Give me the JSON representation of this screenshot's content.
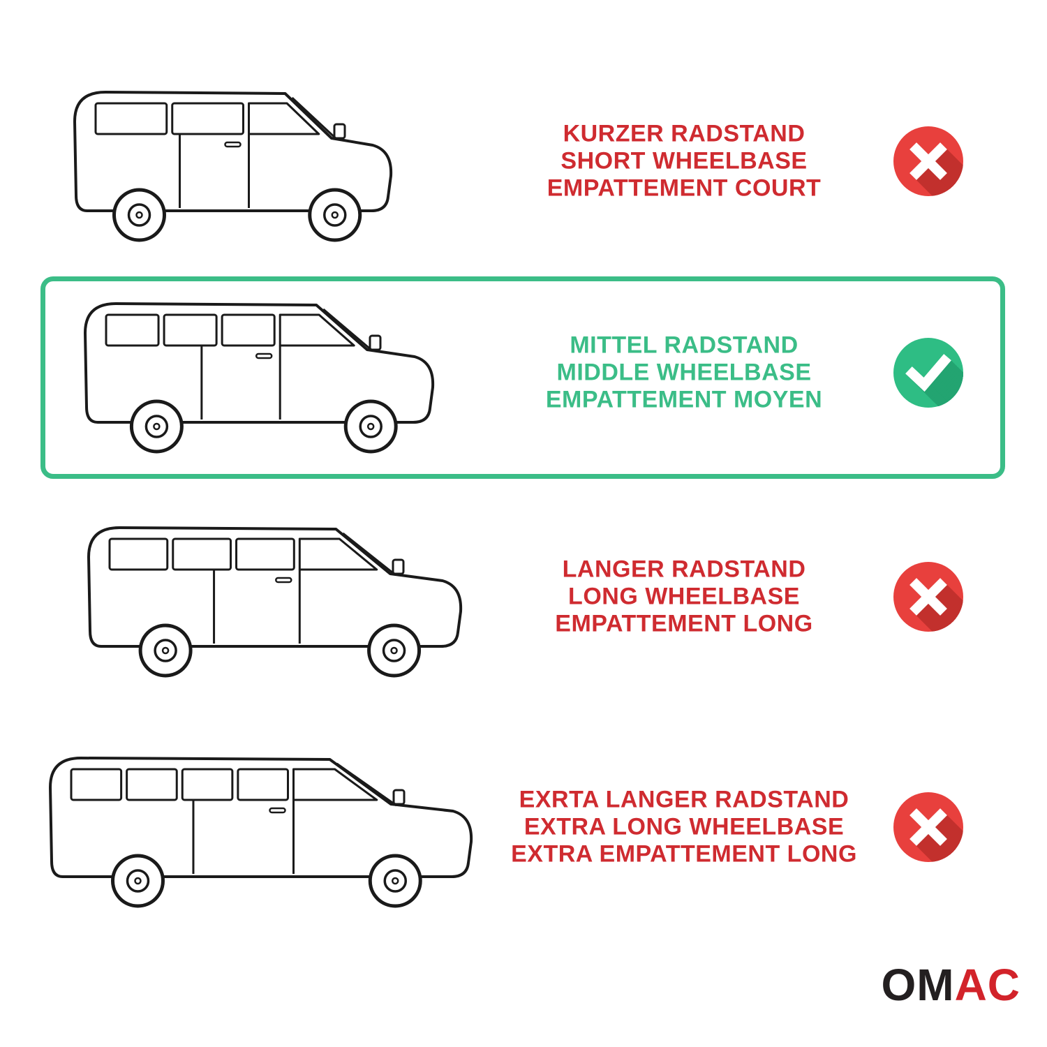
{
  "colors": {
    "text_red": "#cf2b30",
    "text_green": "#3bbd87",
    "badge_red": "#e8403d",
    "badge_red_shadow": "#c2302d",
    "badge_green": "#2ebd84",
    "badge_green_shadow": "#23a471",
    "highlight_green": "#3bbd87",
    "line": "#1a1a1a",
    "logo_black": "#231f20",
    "logo_red": "#d2232a"
  },
  "rows": [
    {
      "lines": [
        "KURZER RADSTAND",
        "SHORT WHEELBASE",
        "EMPATTEMENT COURT"
      ],
      "status": "rejected",
      "icon": "cross-icon",
      "color": "red",
      "van": "short-wheelbase-van",
      "highlighted": false
    },
    {
      "lines": [
        "MITTEL RADSTAND",
        "MIDDLE WHEELBASE",
        "EMPATTEMENT MOYEN"
      ],
      "status": "selected",
      "icon": "check-icon",
      "color": "green",
      "van": "middle-wheelbase-van",
      "highlighted": true
    },
    {
      "lines": [
        "LANGER RADSTAND",
        "LONG WHEELBASE",
        "EMPATTEMENT LONG"
      ],
      "status": "rejected",
      "icon": "cross-icon",
      "color": "red",
      "van": "long-wheelbase-van",
      "highlighted": false
    },
    {
      "lines": [
        "EXRTA LANGER RADSTAND",
        "EXTRA LONG WHEELBASE",
        "EXTRA EMPATTEMENT LONG"
      ],
      "status": "rejected",
      "icon": "cross-icon",
      "color": "red",
      "van": "extra-long-wheelbase-van",
      "highlighted": false
    }
  ],
  "logo": {
    "part1": "OM",
    "part2": "AC"
  }
}
